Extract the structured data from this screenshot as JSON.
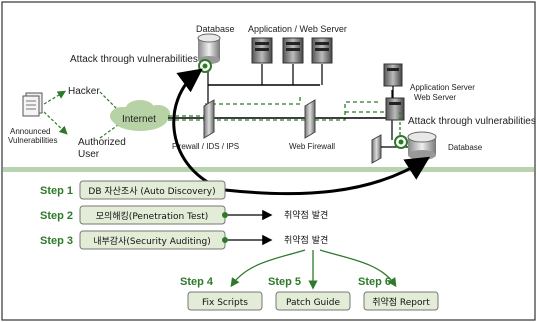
{
  "top": {
    "database_top": "Database",
    "app_web_server": "Application / Web Server",
    "attack_left": "Attack through vulnerabilities",
    "hacker": "Hacker",
    "authorized_user_1": "Authorized",
    "authorized_user_2": "User",
    "announced_1": "Announced",
    "announced_2": "Vulnerabilities",
    "internet": "Internet",
    "firewall_ids_ips": "Firewall / IDS / IPS",
    "web_firewall": "Web Firewall",
    "app_server": "Application Server",
    "web_server": "Web Server",
    "attack_right": "Attack through vulnerabilities",
    "database_right": "Database"
  },
  "steps": [
    {
      "step": "Step 1",
      "label": "DB 자산조사 (Auto Discovery)"
    },
    {
      "step": "Step 2",
      "label": "모의해킹(Penetration Test)",
      "result": "취약점 발견"
    },
    {
      "step": "Step 3",
      "label": "내부감사(Security Auditing)",
      "result": "취약점 발견"
    }
  ],
  "outcomes": [
    {
      "step": "Step 4",
      "label": "Fix Scripts"
    },
    {
      "step": "Step 5",
      "label": "Patch Guide"
    },
    {
      "step": "Step 6",
      "label": "취약점 Report"
    }
  ],
  "colors": {
    "accent": "#2f7a2a",
    "box_fill": "#e2ecd6",
    "divider": "#b9d2b0"
  }
}
